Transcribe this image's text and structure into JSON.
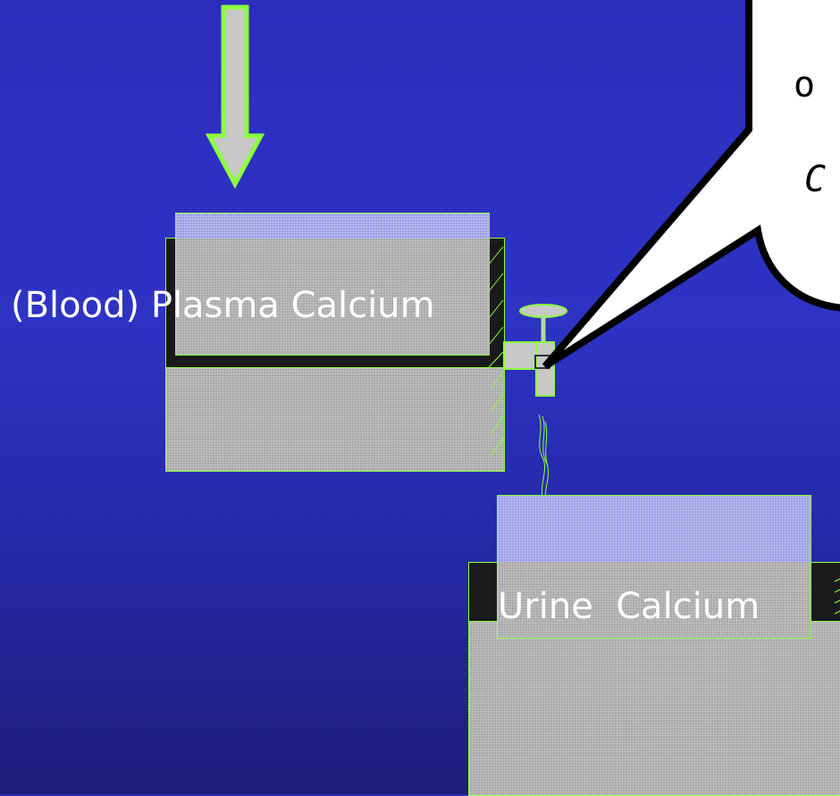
{
  "labels": {
    "plasma": "(Blood) Plasma Calcium",
    "urine": "Urine  Calcium"
  },
  "callout": {
    "line1": "o",
    "line2": "C"
  },
  "colors": {
    "background": "#2c2dbd",
    "outline": "#8cff3c",
    "tank_fill": "#a9a9a9",
    "water_fill": "#9b9de6",
    "tank_wall": "#1a1a1a",
    "callout_fill": "#ffffff"
  }
}
